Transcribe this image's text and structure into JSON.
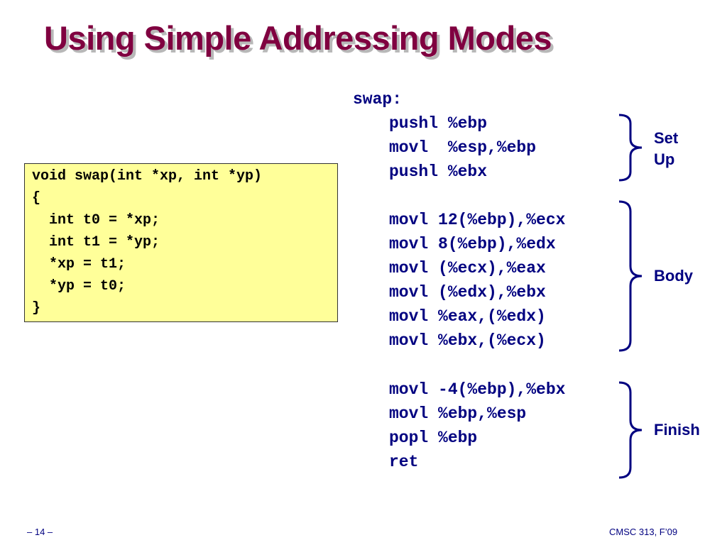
{
  "title": "Using Simple Addressing Modes",
  "c_code": [
    "void swap(int *xp, int *yp)",
    "{",
    "  int t0 = *xp;",
    "  int t1 = *yp;",
    "  *xp = t1;",
    "  *yp = t0;",
    "}"
  ],
  "asm": {
    "label": "swap:",
    "setup": [
      "pushl %ebp",
      "movl  %esp,%ebp",
      "pushl %ebx"
    ],
    "body": [
      "movl 12(%ebp),%ecx",
      "movl 8(%ebp),%edx",
      "movl (%ecx),%eax",
      "movl (%edx),%ebx",
      "movl %eax,(%edx)",
      "movl %ebx,(%ecx)"
    ],
    "finish": [
      "movl -4(%ebp),%ebx",
      "movl %ebp,%esp",
      "popl %ebp",
      "ret"
    ]
  },
  "braces": {
    "setup_label": [
      "Set",
      "Up"
    ],
    "body_label": "Body",
    "finish_label": "Finish"
  },
  "footer": {
    "page": "– 14 –",
    "course": "CMSC 313, F’09"
  },
  "colors": {
    "title": "#800040",
    "title_shadow": "#b8b8b8",
    "text": "#000080",
    "code_box_bg": "#ffff99"
  }
}
